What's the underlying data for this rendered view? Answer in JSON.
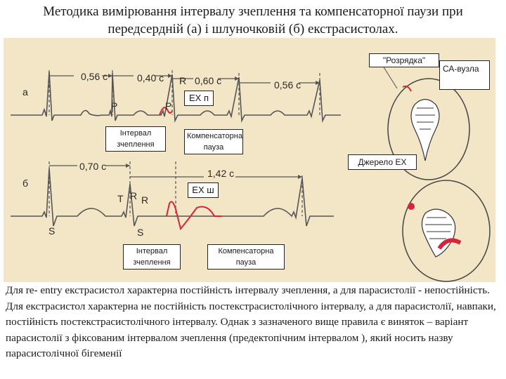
{
  "title": "Методика вимірювання інтервалу зчеплення та компенсаторної паузи при передсердній (а) і шлуночковій (б) екстрасистолах.",
  "figure": {
    "boxes": {
      "discharge": "\"Розрядка\"",
      "sa_node": "СА-вузла",
      "ex_p": "ЕХ п",
      "coupling_a": "Інтервал зчеплення",
      "compensatory_a": "Компенсаторна пауза",
      "ex_source": "Джерело ЕХ",
      "ex_sh": "ЕХ ш",
      "coupling_b": "Інтервал зчеплення",
      "compensatory_b": "Компенсаторна пауза"
    },
    "labels": {
      "row_a": "а",
      "row_b": "б",
      "a_int1": "0,56 с",
      "a_int2": "0,40 с",
      "a_int3": "0,60 с",
      "a_int4": "0,56 с",
      "b_int1": "0,70 с",
      "b_int2": "1,42 с",
      "p1": "P",
      "p2": "P",
      "r_a": "R",
      "r_b1": "R",
      "r_b2": "R",
      "s_b1": "S",
      "s_b2": "S",
      "t_b": "T"
    },
    "colors": {
      "background": "#f2e6c7",
      "trace": "#555555",
      "ectopic": "#d6243a"
    }
  },
  "description": "Для re- entry екстрасистол характерна постійність інтервалу зчеплення, а для парасистолії - непостійність. Для екстрасистол характерна не постійність постекстрасистолічного інтервалу, а для парасистолії, навпаки, постійність постекстрасистолічного інтервалу. Однак з зазначеного вище правила є виняток – варіант парасистолії з фіксованим інтервалом зчеплення (предектопічним інтервалом ), який носить назву парасистолічної бігеменії"
}
